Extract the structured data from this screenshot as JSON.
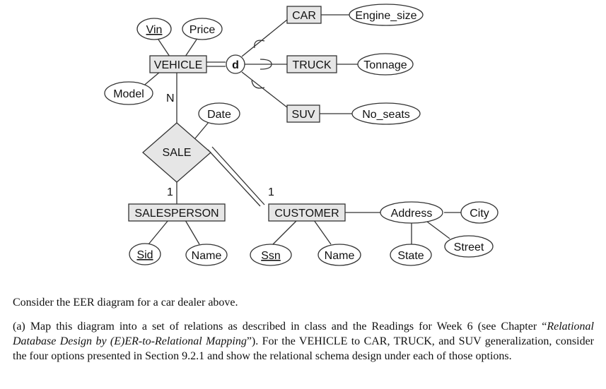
{
  "diagram": {
    "entities": {
      "car": "CAR",
      "truck": "TRUCK",
      "suv": "SUV",
      "vehicle": "VEHICLE",
      "salesperson": "SALESPERSON",
      "customer": "CUSTOMER"
    },
    "relationships": {
      "sale": "SALE"
    },
    "attributes": {
      "vin": "Vin",
      "price": "Price",
      "model": "Model",
      "date": "Date",
      "engine_size": "Engine_size",
      "tonnage": "Tonnage",
      "no_seats": "No_seats",
      "sid": "Sid",
      "salesperson_name": "Name",
      "ssn": "Ssn",
      "customer_name": "Name",
      "address": "Address",
      "city": "City",
      "street": "Street",
      "state": "State"
    },
    "disjoint_symbol": "d",
    "cardinalities": {
      "vehicle_sale": "N",
      "salesperson_sale": "1",
      "customer_sale": "1"
    }
  },
  "problem": {
    "intro": "Consider the EER diagram for a car dealer above.",
    "part_a_prefix": "(a) Map this diagram into a set of relations as described in class and the Readings for Week 6 (see Chapter “",
    "part_a_italic": "Relational Database Design by (E)ER-to-Relational Mapping",
    "part_a_suffix": "”). For the VEHICLE to CAR, TRUCK, and SUV generalization, consider the four options presented in Section 9.2.1 and show the relational schema design under each of those options."
  }
}
